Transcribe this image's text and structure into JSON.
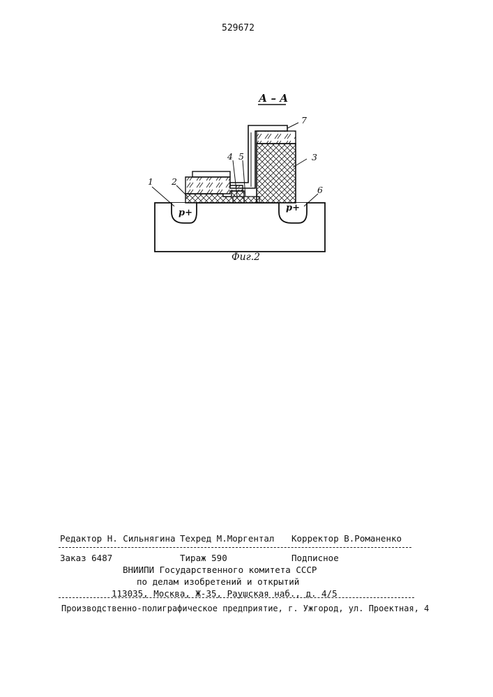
{
  "patent_number": "529672",
  "figure": {
    "section_label": "А – А",
    "caption": "Фиг.2",
    "callouts": [
      "1",
      "2",
      "3",
      "4",
      "5",
      "6",
      "7"
    ],
    "doping_left": "p+",
    "doping_right": "p+"
  },
  "credits": {
    "editor": "Редактор Н. Сильнягина",
    "techred": "Техред М.Моргентал",
    "corrector": "Корректор В.Романенко"
  },
  "order": {
    "order_no": "Заказ 6487",
    "circulation": "Тираж 590",
    "subscription": "Подписное"
  },
  "publisher": {
    "line1": "ВНИИПИ Государственного комитета СССР",
    "line2": "по делам изобретений и открытий",
    "line3": "113035, Москва, Ж-35, Раушская наб., д. 4/5"
  },
  "printer": "Производственно-полиграфическое предприятие, г. Ужгород, ул. Проектная, 4"
}
